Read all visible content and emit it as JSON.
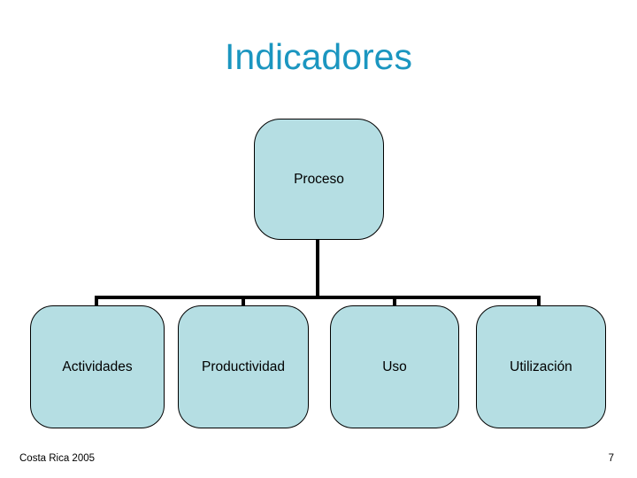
{
  "slide": {
    "title": "Indicadores",
    "title_color": "#1B96C0",
    "background_color": "#FFFFFF"
  },
  "diagram": {
    "type": "org-chart",
    "node_fill_color": "#B5DEE3",
    "node_border_color": "#000000",
    "connector_color": "#000000",
    "root": {
      "label": "Proceso"
    },
    "children": [
      {
        "label": "Actividades"
      },
      {
        "label": "Productividad"
      },
      {
        "label": "Uso"
      },
      {
        "label": "Utilización"
      }
    ]
  },
  "footer": {
    "source": "Costa Rica 2005",
    "page_number": "7"
  }
}
